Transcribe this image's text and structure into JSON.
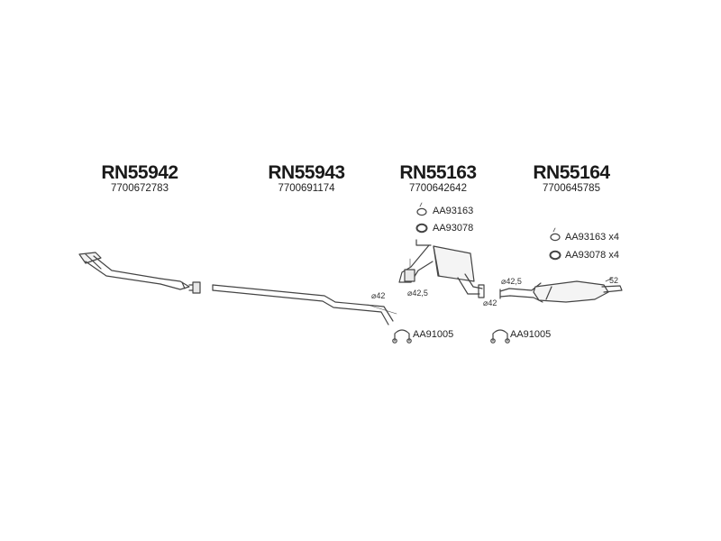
{
  "parts": [
    {
      "code": "RN55942",
      "number": "7700672783"
    },
    {
      "code": "RN55943",
      "number": "7700691174"
    },
    {
      "code": "RN55163",
      "number": "7700642642"
    },
    {
      "code": "RN55164",
      "number": "7700645785"
    }
  ],
  "accessories": {
    "seal_mid": "AA93163",
    "ring_mid": "AA93078",
    "seal_rear": "AA93163 x4",
    "ring_rear": "AA93078 x4",
    "clamp_1": "AA91005",
    "clamp_2": "AA91005"
  },
  "dimensions": {
    "d1": "⌀42",
    "d2": "⌀42,5",
    "d3": "⌀42",
    "d4": "⌀42,5",
    "d5": "52"
  }
}
